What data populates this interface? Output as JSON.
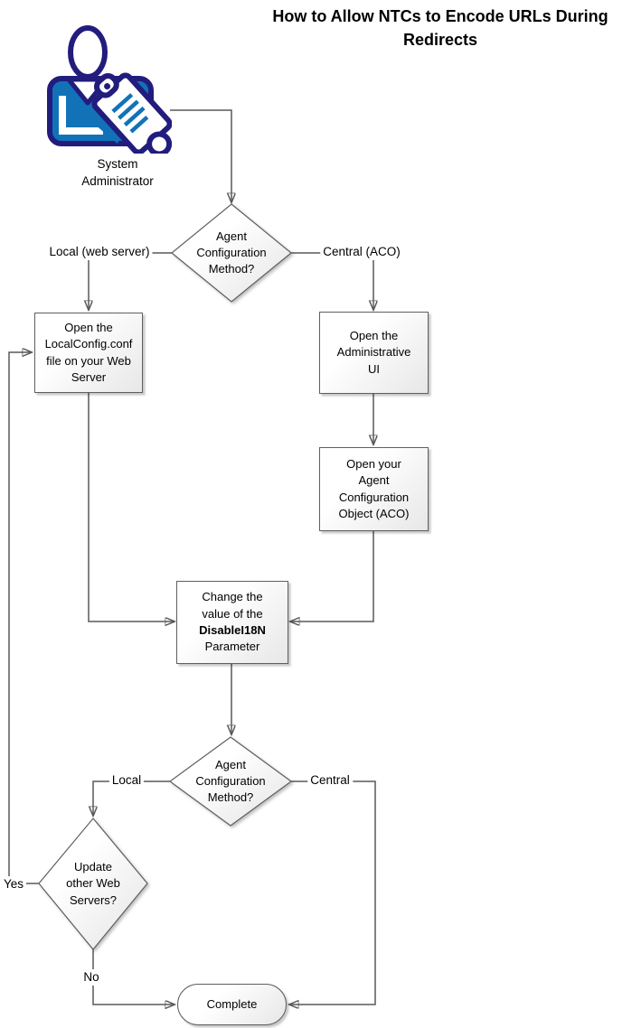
{
  "title": "How to Allow NTCs to Encode URLs During\nRedirects",
  "colors": {
    "icon_navy": "#221c7d",
    "icon_blue": "#1272b8",
    "connector_line": "#595959",
    "shape_border": "#5f5f5f",
    "shape_fill_top": "#ffffff",
    "shape_fill_bottom": "#e7e7e7"
  },
  "actor": {
    "label": "System\nAdministrator"
  },
  "nodes": {
    "decision1": "Agent\nConfiguration\nMethod?",
    "box_local_config": "Open the\nLocalConfig.conf\nfile on your Web\nServer",
    "box_admin_ui": "Open the\nAdministrative\nUI",
    "box_aco": "Open your\nAgent\nConfiguration\nObject (ACO)",
    "box_change_top": "Change the\nvalue of the",
    "box_change_param": "DisableI18N",
    "box_change_bottom": "Parameter",
    "decision2": "Agent\nConfiguration\nMethod?",
    "decision3": "Update\nother Web\nServers?",
    "terminator_complete": "Complete"
  },
  "edge_labels": {
    "local_web_server": "Local (web server)",
    "central_aco": "Central (ACO)",
    "local": "Local",
    "central": "Central",
    "yes": "Yes",
    "no": "No"
  }
}
